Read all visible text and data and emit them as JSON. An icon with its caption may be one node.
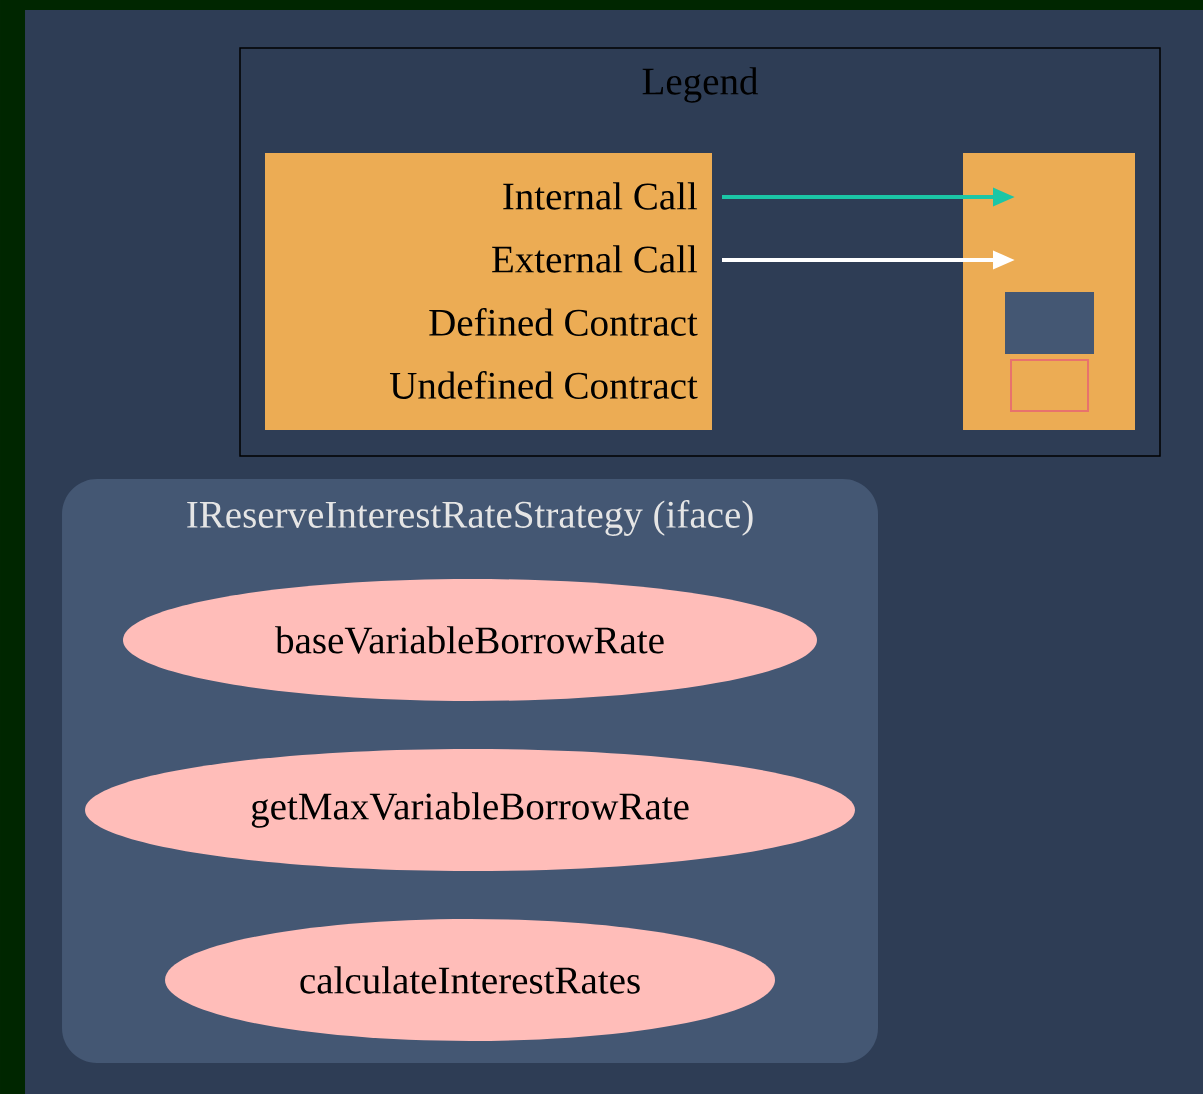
{
  "diagram": {
    "nodes": [
      {
        "text": [
          "IReserveInterestRateStrategy (iface)"
        ]
      },
      {
        "text": [
          "baseVariableBorrowRate"
        ],
        "in": 0
      },
      {
        "text": [
          "getMaxVariableBorrowRate"
        ],
        "in": 0
      },
      {
        "text": [
          "calculateInterestRates"
        ],
        "in": 0
      }
    ],
    "labels": [
      "Legend"
    ],
    "legend": [
      {
        "text": "Internal Call"
      },
      {
        "text": "External Call"
      },
      {
        "text": "Defined Contract",
        "color": "#445773"
      },
      {
        "text": "Undefined Contract"
      }
    ]
  }
}
